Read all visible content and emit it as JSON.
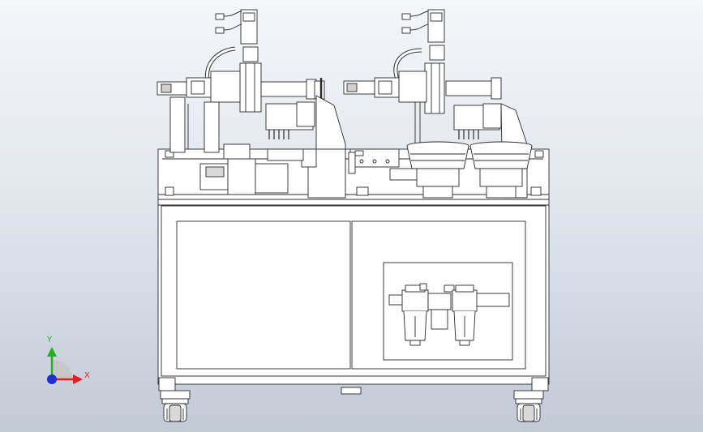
{
  "view": {
    "triad": {
      "x_label": "X",
      "y_label": "Y",
      "x_color": "#e02020",
      "y_color": "#20b020",
      "z_color": "#2030d0"
    },
    "colors": {
      "background_top": "#f4f6f9",
      "background_bottom": "#c2cad6",
      "stroke": "#2a2a2a",
      "fill": "#ffffff",
      "shade": "#cfcfcf",
      "dark": "#555555"
    },
    "assembly": {
      "cabinet_panels": 2,
      "robot_stations": 2,
      "feeder_bowls": 2,
      "air_filter_units": 2,
      "casters": 2
    }
  }
}
